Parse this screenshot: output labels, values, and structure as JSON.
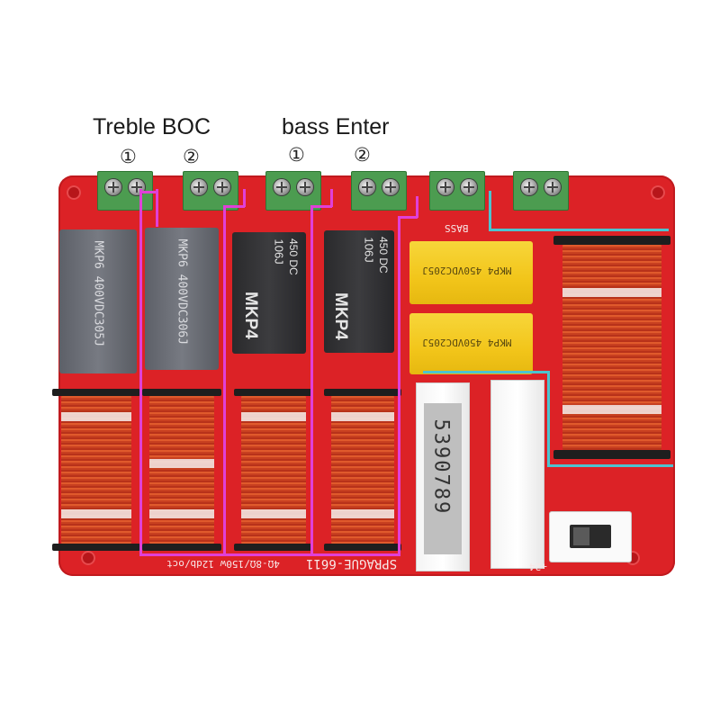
{
  "annotations": {
    "label_treble_boc": "Treble BOC",
    "label_bass_enter": "bass Enter",
    "circle_1": "①",
    "circle_2": "②"
  },
  "capacitors": {
    "cap1_text": "MKP6 400VDC305J",
    "cap2_text": "MKP6 400VDC306J",
    "cap3_brand": "MKP4",
    "cap3_value": "106J",
    "cap3_rating": "450 DC",
    "cap4_brand": "MKP4",
    "cap4_value": "106J",
    "cap4_rating": "450 DC",
    "cap5_text": "MKP4 450VDC205J",
    "cap6_text": "MKP4 450VDC205J"
  },
  "resistor": {
    "label": "5390789"
  },
  "board_silkscreen": {
    "model": "SPRAGUE-6611",
    "rating": "4Ω-8Ω/150w 12db/oct",
    "bass_label": "BASS",
    "power_label": "+24"
  },
  "colors": {
    "board": "#dc2226",
    "terminal": "#4c9c50",
    "pink_line": "#e040d8",
    "cyan_line": "#4dc3cf"
  }
}
